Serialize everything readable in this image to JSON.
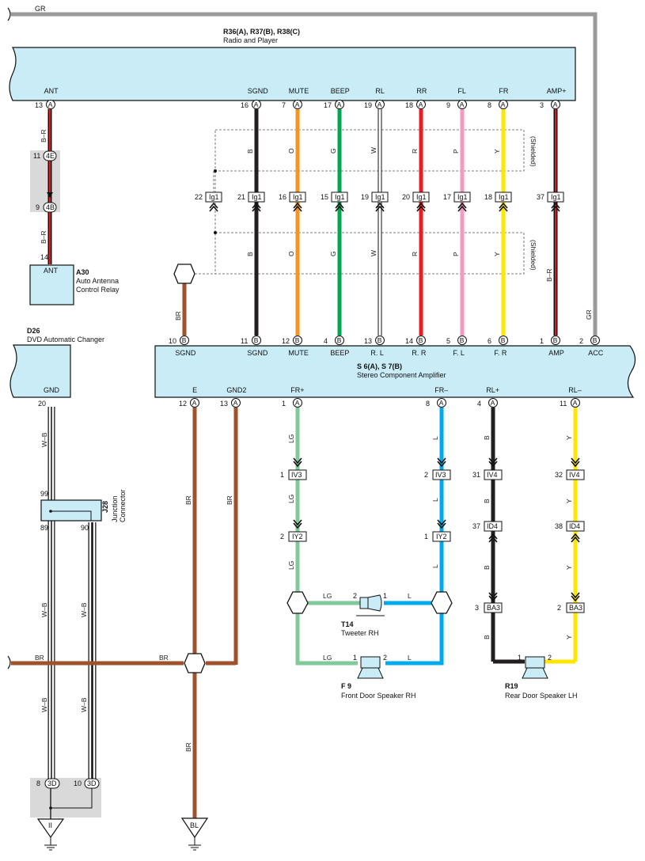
{
  "gr_top": "GR",
  "radio": {
    "codes": "R36(A), R37(B), R38(C)",
    "name": "Radio and Player",
    "terms": [
      {
        "label": "ANT",
        "pin": "13",
        "conn": "A"
      },
      {
        "label": "SGND",
        "pin": "16",
        "conn": "A"
      },
      {
        "label": "MUTE",
        "pin": "7",
        "conn": "A"
      },
      {
        "label": "BEEP",
        "pin": "17",
        "conn": "A"
      },
      {
        "label": "RL",
        "pin": "19",
        "conn": "A"
      },
      {
        "label": "RR",
        "pin": "18",
        "conn": "A"
      },
      {
        "label": "FL",
        "pin": "9",
        "conn": "A"
      },
      {
        "label": "FR",
        "pin": "8",
        "conn": "A"
      },
      {
        "label": "AMP+",
        "pin": "3",
        "conn": "A"
      }
    ]
  },
  "ant_wire": {
    "color1": "B–R",
    "j_top_pin": "11",
    "j_top": "4E",
    "j_bot_pin": "9",
    "j_bot": "4B",
    "color2": "B–R",
    "relay_pin": "14"
  },
  "relay": {
    "term": "ANT",
    "code": "A30",
    "name1": "Auto Antenna",
    "name2": "Control Relay"
  },
  "ig1": {
    "connector": "Ig1",
    "pins": [
      "22",
      "21",
      "16",
      "15",
      "19",
      "20",
      "17",
      "18",
      "37"
    ],
    "shielded": "(Shielded)"
  },
  "upper_wire_colors": [
    "B",
    "O",
    "G",
    "W",
    "R",
    "P",
    "Y"
  ],
  "lower_wire_colors": [
    "B",
    "O",
    "G",
    "W",
    "R",
    "P",
    "Y"
  ],
  "amp_wire_color": "B–R",
  "br_label": "BR",
  "acc_wire_color": "GR",
  "amp": {
    "codes": "S 6(A), S 7(B)",
    "name": "Stereo Component Amplifier",
    "top_terms": [
      {
        "label": "SGND",
        "pin": "10",
        "conn": "B"
      },
      {
        "label": "SGND",
        "pin": "11",
        "conn": "B"
      },
      {
        "label": "MUTE",
        "pin": "12",
        "conn": "B"
      },
      {
        "label": "BEEP",
        "pin": "4",
        "conn": "B"
      },
      {
        "label": "R. L",
        "pin": "13",
        "conn": "B"
      },
      {
        "label": "R. R",
        "pin": "14",
        "conn": "B"
      },
      {
        "label": "F. L",
        "pin": "5",
        "conn": "B"
      },
      {
        "label": "F. R",
        "pin": "6",
        "conn": "B"
      },
      {
        "label": "AMP",
        "pin": "1",
        "conn": "B"
      },
      {
        "label": "ACC",
        "pin": "2",
        "conn": "B"
      }
    ],
    "bot_terms": [
      {
        "label": "E",
        "pin": "12",
        "conn": "A"
      },
      {
        "label": "GND2",
        "pin": "13",
        "conn": "A"
      },
      {
        "label": "FR+",
        "pin": "1",
        "conn": "A"
      },
      {
        "label": "FR–",
        "pin": "8",
        "conn": "A"
      },
      {
        "label": "RL+",
        "pin": "4",
        "conn": "A"
      },
      {
        "label": "RL–",
        "pin": "11",
        "conn": "A"
      }
    ]
  },
  "dvd": {
    "code": "D26",
    "name": "DVD Automatic Changer",
    "term": "GND",
    "pin": "20"
  },
  "jc": {
    "code": "J28",
    "name1": "Junction",
    "name2": "Connector",
    "pin_top": "99",
    "pin_l": "89",
    "pin_r": "90"
  },
  "wb": "W–B",
  "br_main": "BR",
  "gnd_conn": {
    "pin_l": "8",
    "conn": "3D",
    "pin_r": "10",
    "ground_l": "II",
    "ground_r": "BL"
  },
  "fr_plus": {
    "c": "LG",
    "iv3_pin": "1",
    "iv3": "IV3",
    "iy2_pin": "2",
    "iy2": "IY2"
  },
  "fr_minus": {
    "c": "L",
    "iv3_pin": "2",
    "iv3": "IV3",
    "iy2_pin": "1",
    "iy2": "IY2"
  },
  "rl_plus": {
    "c": "B",
    "iv4_pin": "31",
    "iv4": "IV4",
    "id4_pin": "37",
    "id4": "ID4",
    "ba3_pin": "3",
    "ba3": "BA3"
  },
  "rl_minus": {
    "c": "Y",
    "iv4_pin": "32",
    "iv4": "IV4",
    "id4_pin": "38",
    "id4": "ID4",
    "ba3_pin": "2",
    "ba3": "BA3"
  },
  "tweeter": {
    "code": "T14",
    "name": "Tweeter RH",
    "pin1": "2",
    "pin2": "1"
  },
  "front_spk": {
    "code": "F 9",
    "name": "Front Door Speaker RH",
    "pin1": "1",
    "pin2": "2"
  },
  "rear_spk": {
    "code": "R19",
    "name": "Rear Door Speaker LH",
    "pin1": "1",
    "pin2": "2"
  },
  "colors": {
    "black": "#231f20",
    "orange": "#f7941d",
    "green": "#00a651",
    "red": "#ed1c24",
    "pink": "#f49ac1",
    "yellow": "#ffe600",
    "brown": "#a0522d",
    "grey": "#9a9a9a",
    "lightgreen": "#7fc99a",
    "blue": "#00a9ec",
    "box": "#c9ecf7"
  }
}
